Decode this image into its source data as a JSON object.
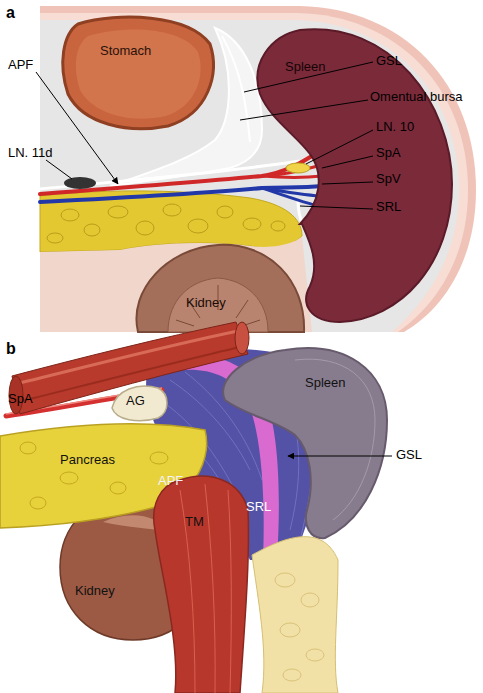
{
  "diagram": {
    "nodes": [
      {
        "text": [
          "Stomach"
        ]
      },
      {
        "text": [
          "Spleen"
        ]
      },
      {
        "text": [
          "Kidney"
        ]
      },
      {
        "text": [
          "Spleen"
        ]
      },
      {
        "text": [
          "AG"
        ]
      },
      {
        "text": [
          "Pancreas"
        ]
      },
      {
        "text": [
          "Kidney"
        ]
      },
      {
        "text": [
          "TM"
        ]
      }
    ],
    "labels": [
      "a",
      "APF",
      "LN. 11d",
      "GSL",
      "Omentual bursa",
      "LN. 10",
      "SpA",
      "SpV",
      "SRL",
      "b",
      "SpA",
      "GSL",
      "APF",
      "SRL"
    ]
  }
}
